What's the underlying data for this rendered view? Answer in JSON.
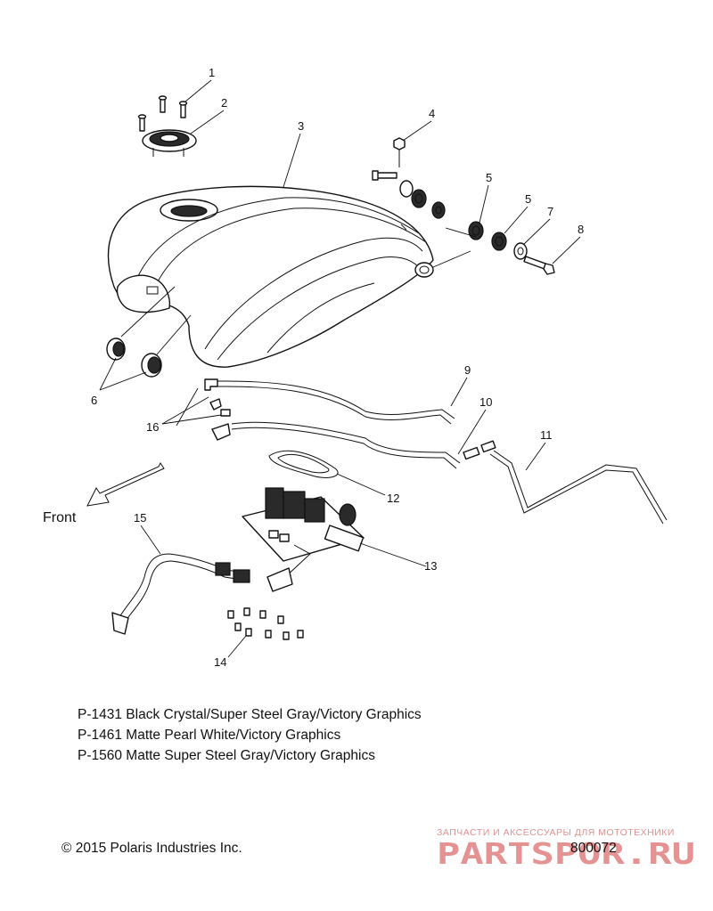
{
  "callouts": [
    {
      "id": "1",
      "label": "1"
    },
    {
      "id": "2",
      "label": "2"
    },
    {
      "id": "3",
      "label": "3"
    },
    {
      "id": "4",
      "label": "4"
    },
    {
      "id": "5a",
      "label": "5"
    },
    {
      "id": "5b",
      "label": "5"
    },
    {
      "id": "6",
      "label": "6"
    },
    {
      "id": "7",
      "label": "7"
    },
    {
      "id": "8",
      "label": "8"
    },
    {
      "id": "9",
      "label": "9"
    },
    {
      "id": "10",
      "label": "10"
    },
    {
      "id": "11",
      "label": "11"
    },
    {
      "id": "12",
      "label": "12"
    },
    {
      "id": "13",
      "label": "13"
    },
    {
      "id": "14",
      "label": "14"
    },
    {
      "id": "15",
      "label": "15"
    },
    {
      "id": "16",
      "label": "16"
    }
  ],
  "front_label": "Front",
  "notes": [
    "P-1431 Black Crystal/Super Steel Gray/Victory Graphics",
    "P-1461 Matte Pearl White/Victory Graphics",
    "P-1560 Matte Super Steel Gray/Victory Graphics"
  ],
  "copyright": "© 2015 Polaris Industries Inc.",
  "figure_number": "800072",
  "watermark": {
    "tagline": "ЗАПЧАСТИ И АКСЕССУАРЫ ДЛЯ МОТОТЕХНИКИ",
    "logo_text": "PARTSPOR.RU",
    "color": "#e08080"
  }
}
